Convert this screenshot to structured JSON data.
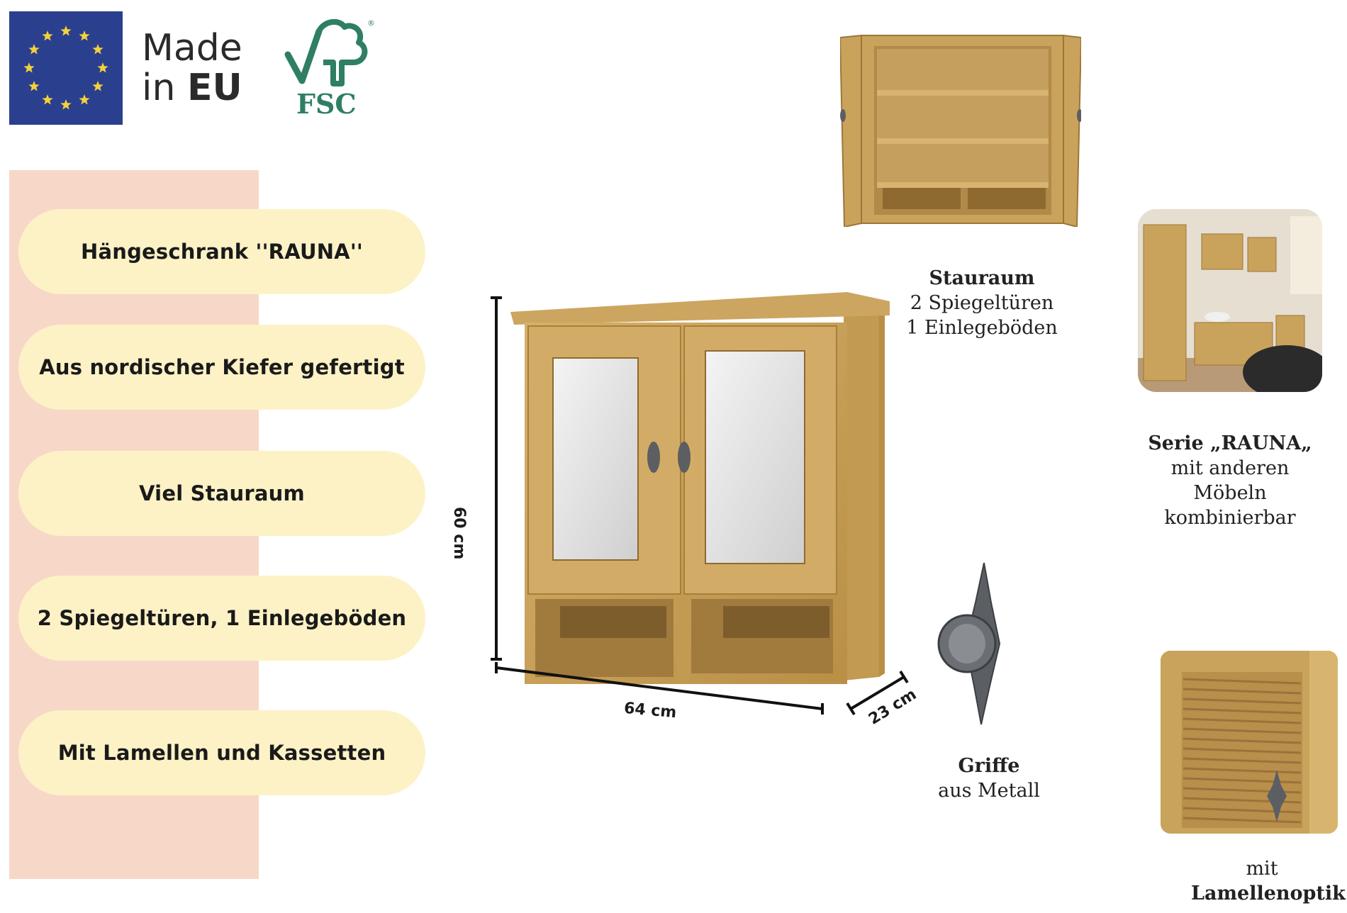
{
  "badges": {
    "made_line1": "Made",
    "made_line2_prefix": "in ",
    "made_line2_bold": "EU",
    "fsc_label": "FSC",
    "registered_mark": "®"
  },
  "features": [
    "Hängeschrank ''RAUNA''",
    "Aus nordischer Kiefer gefertigt",
    "Viel Stauraum",
    "2 Spiegeltüren, 1 Einlegeböden",
    "Mit Lamellen und Kassetten"
  ],
  "dimensions": {
    "height": "60 cm",
    "width": "64 cm",
    "depth": "23 cm"
  },
  "stauraum": {
    "title": "Stauraum",
    "line1": "2 Spiegeltüren",
    "line2": "1 Einlegeböden"
  },
  "serie": {
    "title": "Serie „RAUNA„",
    "line1": "mit anderen",
    "line2": "Möbeln",
    "line3": "kombinierbar"
  },
  "griffe": {
    "title": "Griffe",
    "line1": "aus Metall"
  },
  "lamellen": {
    "line1": "mit",
    "title": "Lamellenoptik"
  },
  "colors": {
    "eu_blue": "#2b3f8f",
    "eu_star": "#f3d13a",
    "fsc_green": "#2e7f63",
    "pill": "#fdf2c6",
    "band": "#f7d8c8",
    "wood": "#c9a35c"
  }
}
